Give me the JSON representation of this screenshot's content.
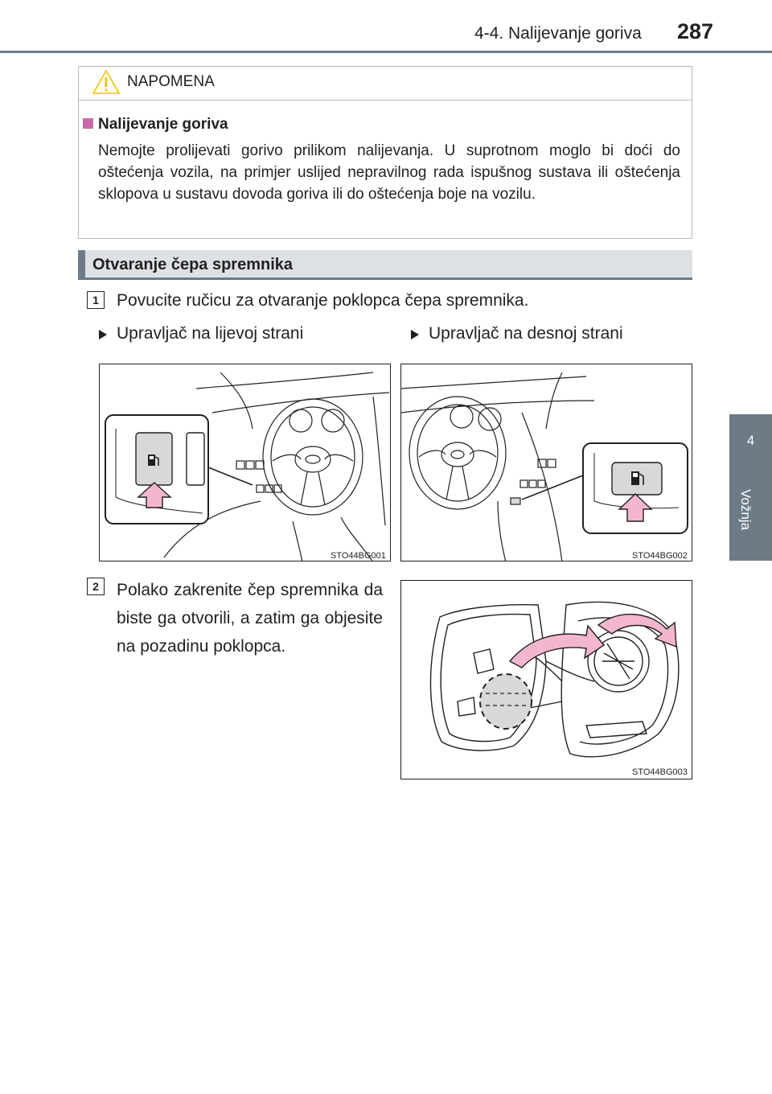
{
  "header": {
    "section": "4-4. Nalijevanje goriva",
    "page_number": "287"
  },
  "side_tab": {
    "chapter_number": "4",
    "chapter_title": "Vožnja"
  },
  "notice": {
    "title": "NAPOMENA",
    "subtitle": "Nalijevanje goriva",
    "body": "Nemojte prolijevati gorivo prilikom nalijevanja. U suprotnom moglo bi doći do oštećenja vozila, na primjer uslijed nepravilnog rada ispušnog sustava ili oštećenja sklopova u sustavu dovoda goriva ili do oštećenja boje na vozilu."
  },
  "section": {
    "title": "Otvaranje čepa spremnika"
  },
  "steps": [
    {
      "number": "1",
      "text": "Povucite ručicu za otvaranje poklopca čepa spremnika.",
      "variants": [
        {
          "label": "Upravljač na lijevoj strani",
          "figure_code": "STO44BG001"
        },
        {
          "label": "Upravljač na desnoj strani",
          "figure_code": "STO44BG002"
        }
      ]
    },
    {
      "number": "2",
      "text": "Polako zakrenite čep spremnika da biste ga otvorili, a zatim ga objesite na pozadinu poklopca.",
      "figure_code": "STO44BG003"
    }
  ],
  "colors": {
    "accent_gray": "#6d7b86",
    "heading_fill": "#dde1e4",
    "bullet_pink": "#c86aa8",
    "arrow_pink": "#f3b6cf"
  },
  "icons": [
    "warning-triangle-icon",
    "fuel-pump-icon",
    "arrow-up-icon",
    "curved-arrow-icon"
  ]
}
